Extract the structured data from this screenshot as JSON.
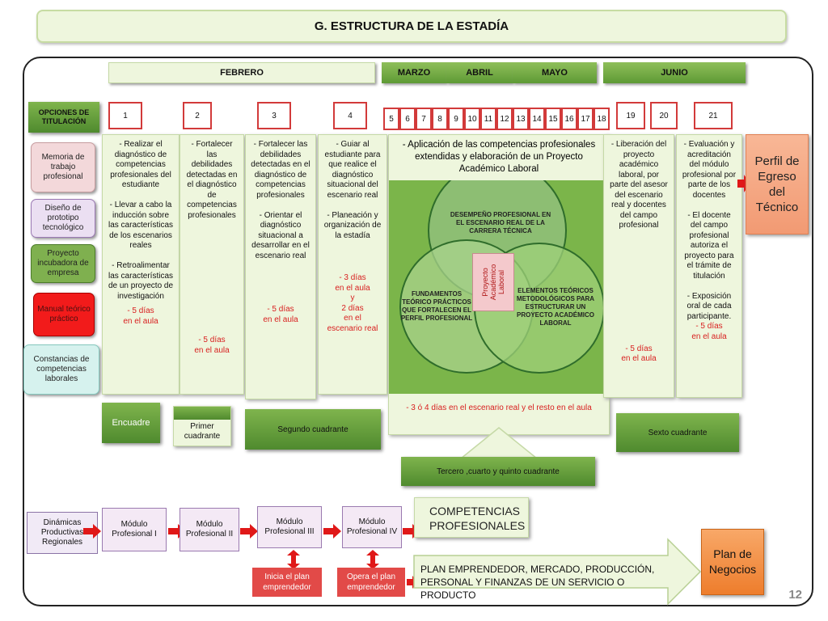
{
  "title": "G. ESTRUCTURA DE LA ESTADÍA",
  "months": {
    "feb": "FEBRERO",
    "mar": "MARZO",
    "abr": "ABRIL",
    "may": "MAYO",
    "jun": "JUNIO"
  },
  "options": {
    "header": "OPCIONES DE TITULACIÓN",
    "items": [
      "Memoria de trabajo profesional",
      "Diseño de prototipo tecnológico",
      "Proyecto incubadora de empresa",
      "Manual teórico práctico",
      "Constancias de competencias laborales"
    ]
  },
  "weeks": {
    "w1": "1",
    "w2": "2",
    "w3": "3",
    "w4": "4",
    "small": [
      "5",
      "6",
      "7",
      "8",
      "9",
      "10",
      "11",
      "12",
      "13",
      "14",
      "15",
      "16",
      "17",
      "18"
    ],
    "w19": "19",
    "w20": "20",
    "w21": "21"
  },
  "columns": {
    "c1": {
      "text": "- Realizar el diagnóstico de competencias profesionales del estudiante\n\n- Llevar a cabo la inducción sobre las características de los escenarios reales\n\n- Retroalimentar las características de un proyecto de investigación",
      "days": "- 5 días\nen el aula"
    },
    "c2": {
      "text": "- Fortalecer las debilidades detectadas en el diagnóstico de competencias profesionales",
      "days": "- 5 días\nen el aula"
    },
    "c3": {
      "text": "- Fortalecer las debilidades detectadas en el diagnóstico de competencias profesionales\n\n- Orientar el diagnóstico situacional a desarrollar en el escenario real",
      "days": "- 5 días\nen el aula"
    },
    "c4": {
      "text": "- Guiar al estudiante para que realice el diagnóstico situacional del escenario real\n\n- Planeación y organización de la estadía",
      "days": "- 3 días\nen el aula\ny\n2 días\nen el\nescenario real"
    },
    "c19": {
      "text": "- Liberación del proyecto académico laboral, por parte del asesor del escenario real y docentes del campo profesional",
      "days": "- 5 días\nen el aula"
    },
    "c21": {
      "text": "- Evaluación y acreditación del módulo profesional por parte de los docentes\n\n- El docente del campo profesional autoriza el proyecto para el trámite de titulación\n\n- Exposición oral de cada participante.",
      "days": "- 5 días\nen el aula"
    }
  },
  "center": {
    "header": "- Aplicación de las competencias profesionales extendidas y elaboración de un Proyecto Académico Laboral",
    "circle_top": "DESEMPEÑO PROFESIONAL EN EL ESCENARIO REAL DE LA CARRERA TÉCNICA",
    "circle_left": "FUNDAMENTOS TEÓRICO PRÁCTICOS QUE FORTALECEN EL PERFIL PROFESIONAL",
    "circle_right": "ELEMENTOS TEÓRICOS METODOLÓGICOS PARA ESTRUCTURAR UN PROYECTO ACADÉMICO LABORAL",
    "center_label": "Proyecto Académico Laboral",
    "footer": "- 3 ó 4 días en el escenario real y el resto en el aula"
  },
  "perfil": "Perfil de Egreso del Técnico",
  "quadrants": {
    "encuadre": "Encuadre",
    "primer": "Primer cuadrante",
    "segundo": "Segundo cuadrante",
    "tercero": "Tercero ,cuarto y quinto cuadrante",
    "sexto": "Sexto cuadrante"
  },
  "bottom": {
    "dinamicas": "Dinámicas Productivas Regionales",
    "modulos": [
      "Módulo Profesional I",
      "Módulo Profesional II",
      "Módulo Profesional III",
      "Módulo Profesional IV"
    ],
    "competencias": "COMPETENCIAS PROFESIONALES",
    "inicia": "Inicia el plan emprendedor",
    "opera": "Opera el plan emprendedor",
    "plan_emprendedor": "PLAN EMPRENDEDOR, MERCADO, PRODUCCIÓN, PERSONAL Y FINANZAS DE UN SERVICIO O PRODUCTO",
    "plan_negocios": "Plan de Negocios"
  },
  "page_number": "12"
}
